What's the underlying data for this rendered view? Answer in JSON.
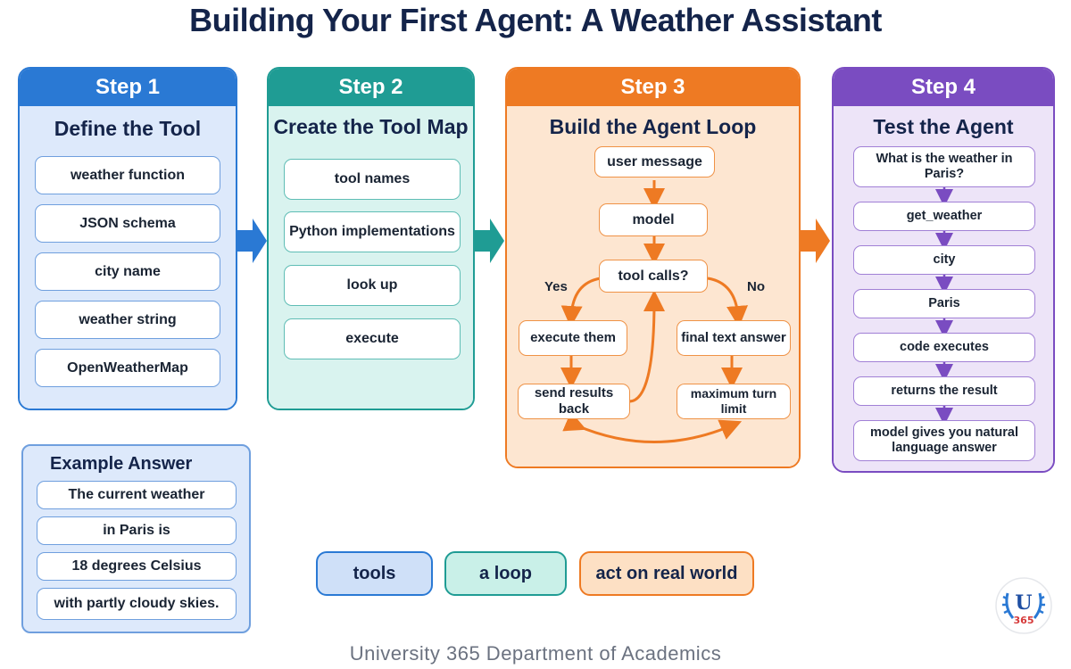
{
  "title": "Building Your First Agent: A Weather Assistant",
  "steps": [
    {
      "header": "Step 1",
      "title": "Define the Tool",
      "items": [
        "weather function",
        "JSON schema",
        "city name",
        "weather string",
        "OpenWeatherMap"
      ]
    },
    {
      "header": "Step 2",
      "title": "Create the Tool Map",
      "items": [
        "tool names",
        "Python implementations",
        "look up",
        "execute"
      ]
    },
    {
      "header": "Step 3",
      "title": "Build the Agent Loop",
      "nodes": {
        "user_message": "user message",
        "model": "model",
        "tool_calls": "tool calls?",
        "execute_them": "execute them",
        "send_results_back": "send results back",
        "final_text_answer": "final text answer",
        "maximum_turn_limit": "maximum turn limit"
      },
      "yes_label": "Yes",
      "no_label": "No"
    },
    {
      "header": "Step 4",
      "title": "Test the Agent",
      "items": [
        "What is the weather in Paris?",
        "get_weather",
        "city",
        "Paris",
        "code executes",
        "returns the result",
        "model gives you natural language answer"
      ]
    }
  ],
  "example": {
    "title": "Example Answer",
    "lines": [
      "The current weather",
      "in Paris is",
      "18 degrees Celsius",
      "with partly cloudy skies."
    ]
  },
  "pills": [
    "tools",
    "a loop",
    "act on real world"
  ],
  "footer": "University 365 Department of Academics",
  "logo": {
    "letter": "U",
    "number": "365"
  },
  "colors": {
    "blue": "#2a79d4",
    "teal": "#1f9c94",
    "orange": "#ee7a23",
    "purple": "#7a4cc1",
    "title": "#14244a"
  }
}
